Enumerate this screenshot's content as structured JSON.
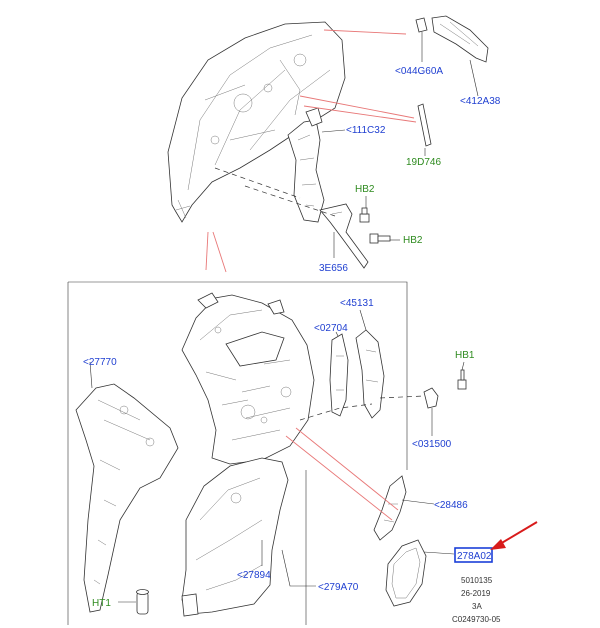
{
  "labels": {
    "p044G60A": "<044G60A",
    "p412A38": "<412A38",
    "p111C32": "<111C32",
    "p19D746": "19D746",
    "pHB2a": "HB2",
    "pHB2b": "HB2",
    "p3E656": "3E656",
    "p45131": "<45131",
    "p02704": "<02704",
    "pHB1": "HB1",
    "p27770": "<27770",
    "p031500": "<031500",
    "p28486": "<28486",
    "p278A02": "278A02",
    "p27894": "<27894",
    "p279A70": "<279A70",
    "pHT1": "HT1"
  },
  "meta": {
    "line1": "5010135",
    "line2": "26-2019",
    "line3": "3A",
    "line4": "C0249730-05"
  },
  "colors": {
    "part_number": "#1f3fd1",
    "fastener": "#2e8b1f",
    "highlight_box": "#1a3fd8",
    "pointer_arrow": "#d81b1b",
    "reference_line": "#e87878"
  },
  "highlight": {
    "part": "278A02"
  }
}
